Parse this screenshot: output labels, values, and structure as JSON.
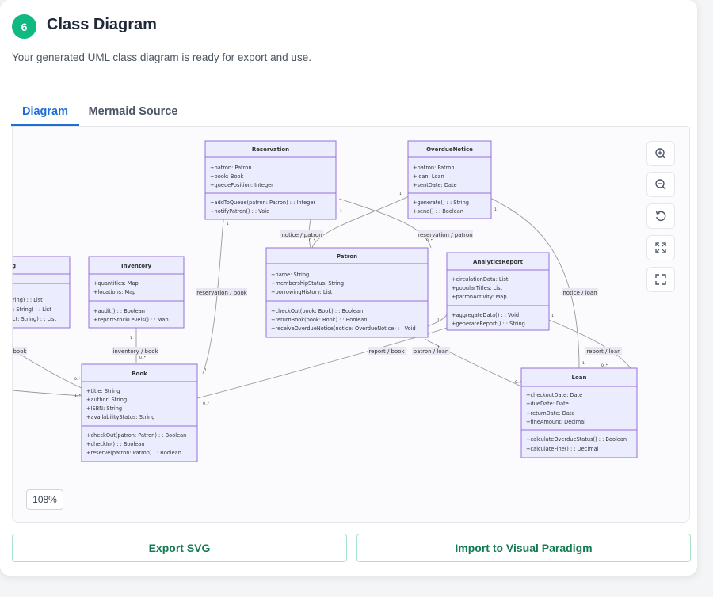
{
  "header": {
    "step_number": "6",
    "title": "Class Diagram",
    "subtitle": "Your generated UML class diagram is ready for export and use."
  },
  "tabs": [
    {
      "label": "Diagram",
      "active": true
    },
    {
      "label": "Mermaid Source",
      "active": false
    }
  ],
  "diagram": {
    "zoom_label": "108%",
    "classes": {
      "reservation": {
        "name": "Reservation",
        "attributes": [
          "+patron: Patron",
          "+book: Book",
          "+queuePosition: Integer"
        ],
        "methods": [
          "+addToQueue(patron: Patron) : : Integer",
          "+notifyPatron() : : Void"
        ]
      },
      "overdue_notice": {
        "name": "OverdueNotice",
        "attributes": [
          "+patron: Patron",
          "+loan: Loan",
          "+sentDate: Date"
        ],
        "methods": [
          "+generate() : : String",
          "+send() : : Boolean"
        ]
      },
      "patron": {
        "name": "Patron",
        "attributes": [
          "+name: String",
          "+membershipStatus: String",
          "+borrowingHistory: List"
        ],
        "methods": [
          "+checkOut(book: Book) : : Boolean",
          "+returnBook(book: Book) : : Boolean",
          "+receiveOverdueNotice(notice: OverdueNotice) : : Void"
        ]
      },
      "analytics_report": {
        "name": "AnalyticsReport",
        "attributes": [
          "+circulationData: List",
          "+popularTitles: List",
          "+patronActivity: Map"
        ],
        "methods": [
          "+aggregateData() : : Void",
          "+generateReport() : : String"
        ]
      },
      "inventory": {
        "name": "Inventory",
        "attributes": [
          "+quantities: Map",
          "+locations: Map"
        ],
        "methods": [
          "+audit() : : Boolean",
          "+reportStockLevels() : : Map"
        ]
      },
      "catalog_partial": {
        "name": "og",
        "attributes": [],
        "methods": [
          "ring) : : List",
          ": String) : : List",
          "ct: String) : : List"
        ]
      },
      "book": {
        "name": "Book",
        "attributes": [
          "+title: String",
          "+author: String",
          "+ISBN: String",
          "+availabilityStatus: String"
        ],
        "methods": [
          "+checkOut(patron: Patron) : : Boolean",
          "+checkIn() : : Boolean",
          "+reserve(patron: Patron) : : Boolean"
        ]
      },
      "loan": {
        "name": "Loan",
        "attributes": [
          "+checkoutDate: Date",
          "+dueDate: Date",
          "+returnDate: Date",
          "+fineAmount: Decimal"
        ],
        "methods": [
          "+calculateOverdueStatus() : : Boolean",
          "+calculateFine() : : Decimal"
        ]
      }
    },
    "edge_labels": {
      "notice_patron": "notice / patron",
      "reservation_patron": "reservation / patron",
      "reservation_book": "reservation / book",
      "notice_loan": "notice / loan",
      "inventory_book": "inventory / book",
      "catalog_book": "book",
      "report_book": "report / book",
      "patron_loan": "patron / loan",
      "report_loan": "report / loan"
    },
    "multiplicities": {
      "one": "1",
      "many": "0..*",
      "one_many": "1..*"
    }
  },
  "controls": {
    "zoom_in": "zoom-in-icon",
    "zoom_out": "zoom-out-icon",
    "reset": "reset-icon",
    "fit": "fit-icon",
    "fullscreen": "fullscreen-icon"
  },
  "actions": {
    "export_svg": "Export SVG",
    "import_vp": "Import to Visual Paradigm"
  },
  "colors": {
    "accent": "#1d6fd6",
    "badge": "#10b981",
    "class_fill": "#ececff",
    "class_border": "#9370db",
    "button_text": "#147a52"
  }
}
